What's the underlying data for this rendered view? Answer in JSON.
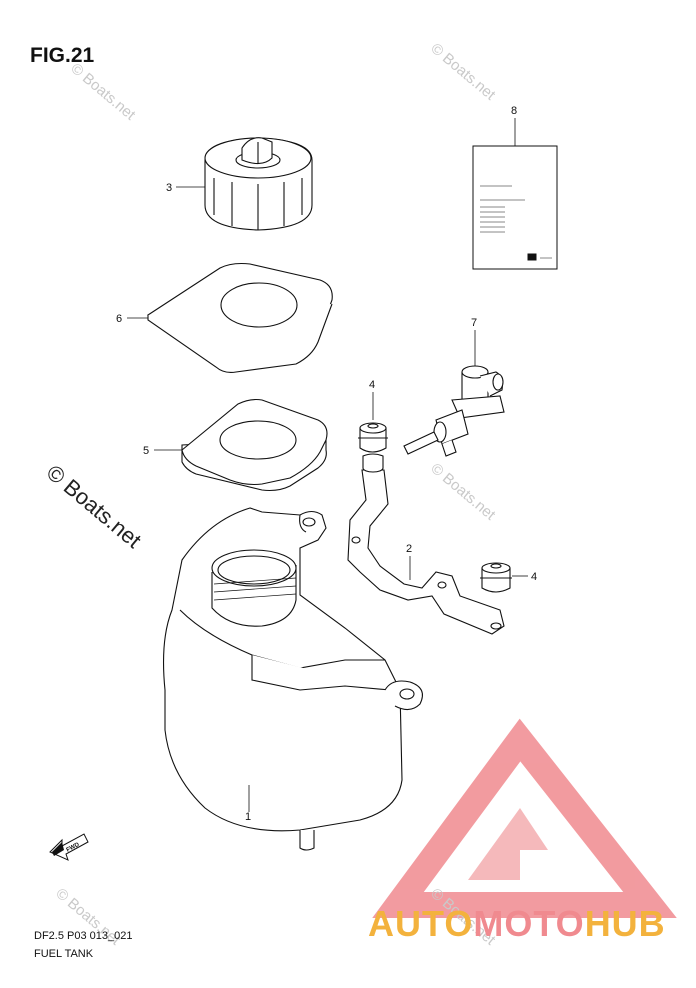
{
  "figure": {
    "title": "FIG.21",
    "code": "DF2.5 P03 013_021",
    "name": "FUEL TANK"
  },
  "callouts": {
    "p1": "1",
    "p2": "2",
    "p3": "3",
    "p4a": "4",
    "p4b": "4",
    "p5": "5",
    "p6": "6",
    "p7": "7",
    "p8": "8"
  },
  "arrow_label": "FWD",
  "watermark": {
    "text": "© Boats.net",
    "large_text": "© Boats.net"
  },
  "brand": {
    "part1": "AUTO",
    "part2": "MOTO",
    "part3": "HUB"
  },
  "colors": {
    "brand_orange": "#f3b23d",
    "brand_pink": "#f08a8f",
    "line": "#111111"
  }
}
